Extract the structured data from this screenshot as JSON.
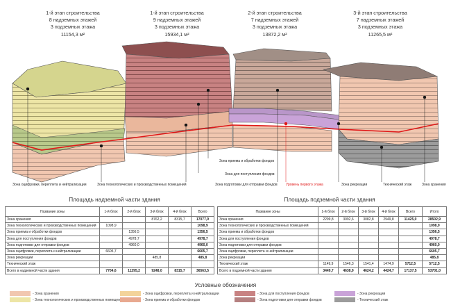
{
  "stages": [
    {
      "title": "1-й этап строительства",
      "floors": "8 надземных этажей",
      "underground": "3 подземных этажа",
      "area": "11154,3 м²"
    },
    {
      "title": "1-й этап строительства",
      "floors": "9 надземных этажей",
      "underground": "3 подземных этажа",
      "area": "15934,1 м²"
    },
    {
      "title": "2-й этап строительства",
      "floors": "7 надземных этажей",
      "underground": "3 подземных этажа",
      "area": "13872,2 м²"
    },
    {
      "title": "3-й этап строительства",
      "floors": "7 надземных этажей",
      "underground": "3 подземных этажа",
      "area": "11265,5 м²"
    }
  ],
  "callouts": {
    "scan": "Зона оцифровки, переплета и нейтрализации",
    "tech_rooms": "Зона технологических и производственных помещений",
    "receive": "Зона приема и обработки фондов",
    "intake": "Зона для поступления фондов",
    "prep": "Зона подготовки для отправки фондов",
    "first_floor": "Уровень первого этажа",
    "recreation": "Зона рекреации",
    "tech_floor": "Технический этаж",
    "storage": "Зона хранения"
  },
  "colors": {
    "storage": "#f1c7b0",
    "tech": "#ede5a6",
    "scan": "#f3d39a",
    "receive": "#e8a990",
    "intake": "#c88282",
    "prep": "#b58080",
    "recreation": "#c9a3d8",
    "techfloor": "#9c9c9c",
    "red_line": "#e01818"
  },
  "above": {
    "title": "Площадь надземной части здания",
    "headers": [
      "Название зоны",
      "1-й блок",
      "2-й блок",
      "3-й блок",
      "4-й блок",
      "Всего"
    ],
    "rows": [
      [
        "Зона хранения",
        "",
        "",
        "8762,2",
        "8315,7",
        "17077,9"
      ],
      [
        "Зона технологических и производственных помещений",
        "1098,9",
        "",
        "",
        "",
        "1098,9"
      ],
      [
        "Зона приема и обработки фондов",
        "",
        "1356,5",
        "",
        "",
        "1356,5"
      ],
      [
        "Зона для поступления фондов",
        "",
        "4978,7",
        "",
        "",
        "4978,7"
      ],
      [
        "Зона подготовки для отправки фондов",
        "",
        "4960,0",
        "",
        "",
        "4960,0"
      ],
      [
        "Зона оцифровки, переплета и нейтрализации",
        "6605,7",
        "",
        "",
        "",
        "6605,7"
      ],
      [
        "Зона рекреации",
        "",
        "",
        "485,8",
        "",
        "485,8"
      ],
      [
        "Технический этаж",
        "",
        "",
        "",
        "",
        ""
      ],
      [
        "Всего в надземной части здания",
        "7704,6",
        "11295,2",
        "9248,0",
        "8315,7",
        "36563,5"
      ]
    ]
  },
  "below": {
    "title": "Площадь подземной части здания",
    "headers": [
      "Название зоны",
      "1-й блок",
      "2-й блок",
      "3-й блок",
      "4-й блок",
      "Всего",
      "Итого"
    ],
    "rows": [
      [
        "Зона хранения",
        "2299,8",
        "3092,6",
        "3082,8",
        "2949,8",
        "11425,0",
        "28502,9"
      ],
      [
        "Зона технологических и производственных помещений",
        "",
        "",
        "",
        "",
        "",
        "1098,9"
      ],
      [
        "Зона приема и обработки фондов",
        "",
        "",
        "",
        "",
        "",
        "1356,5"
      ],
      [
        "Зона для поступления фондов",
        "",
        "",
        "",
        "",
        "",
        "4978,7"
      ],
      [
        "Зона подготовки для отправки фондов",
        "",
        "",
        "",
        "",
        "",
        "4960,0"
      ],
      [
        "Зона оцифровки, переплета и нейтрализации",
        "",
        "",
        "",
        "",
        "",
        "6605,7"
      ],
      [
        "Зона рекреации",
        "",
        "",
        "",
        "",
        "",
        "485,8"
      ],
      [
        "Технический этаж",
        "1149,9",
        "1546,3",
        "1541,4",
        "1474,9",
        "5712,5",
        "5712,5"
      ],
      [
        "Всего в подземной части здания",
        "3449,7",
        "4638,9",
        "4624,2",
        "4424,7",
        "17137,5",
        "53701,0"
      ]
    ]
  },
  "legend": {
    "title": "Условные обозначения",
    "items": [
      {
        "label": "- Зона хранения",
        "color": "#f1c7b0"
      },
      {
        "label": "- Зона оцифровки, переплета и нейтрализации",
        "color": "#f3d39a"
      },
      {
        "label": "- Зона для поступления фондов",
        "color": "#c88282"
      },
      {
        "label": "- Зона рекреации",
        "color": "#c9a3d8"
      },
      {
        "label": "- Зона технологических и производственных помещений",
        "color": "#ede5a6"
      },
      {
        "label": "- Зона приема и обработки фондов",
        "color": "#e8a990"
      },
      {
        "label": "- Зона подготовки для отправки фондов",
        "color": "#b58080"
      },
      {
        "label": "- Технический этаж",
        "color": "#9c9c9c"
      }
    ]
  }
}
